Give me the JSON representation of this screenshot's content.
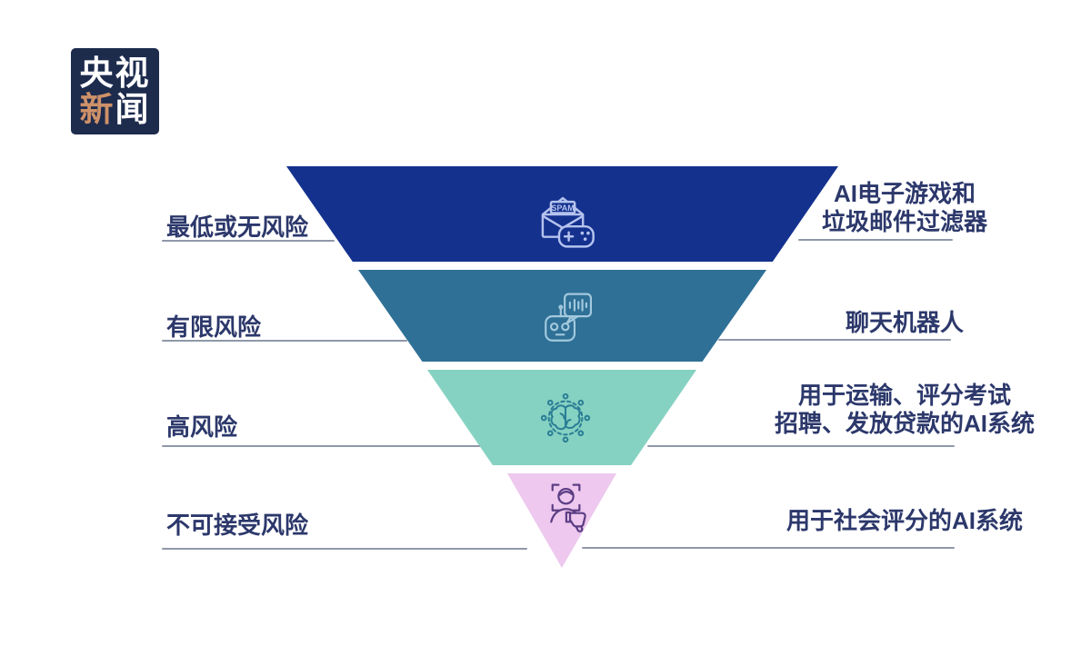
{
  "page": {
    "background_color": "#ffffff"
  },
  "logo": {
    "row1": "央视",
    "row2_accent": "新",
    "row2_rest": "闻",
    "bg_color": "#1d2b4d",
    "accent_color": "#ce9169",
    "text_color": "#ffffff"
  },
  "funnel": {
    "label_color": "#2c386b",
    "connector_color": "#8f98a9",
    "levels": [
      {
        "name": "minimal-or-no-risk",
        "left_label": "最低或无风险",
        "right_label_lines": [
          "AI电子游戏和",
          "垃圾邮件过滤器"
        ],
        "band_color": "#14318e",
        "icon": "spam-filter-game-controller-icon",
        "icon_color": "#b5c3ee",
        "icon_text": "SPAM"
      },
      {
        "name": "limited-risk",
        "left_label": "有限风险",
        "right_label_lines": [
          "聊天机器人"
        ],
        "band_color": "#2f7096",
        "icon": "chatbot-icon",
        "icon_color": "#a3c9de"
      },
      {
        "name": "high-risk",
        "left_label": "高风险",
        "right_label_lines": [
          "用于运输、评分考试",
          "招聘、发放贷款的AI系统"
        ],
        "band_color": "#86d2c2",
        "icon": "brain-network-icon",
        "icon_color": "#2b7e95"
      },
      {
        "name": "unacceptable-risk",
        "left_label": "不可接受风险",
        "right_label_lines": [
          "用于社会评分的AI系统"
        ],
        "band_color": "#eec8ee",
        "icon": "face-scan-thumbs-down-icon",
        "icon_color": "#5c3e85"
      }
    ]
  }
}
